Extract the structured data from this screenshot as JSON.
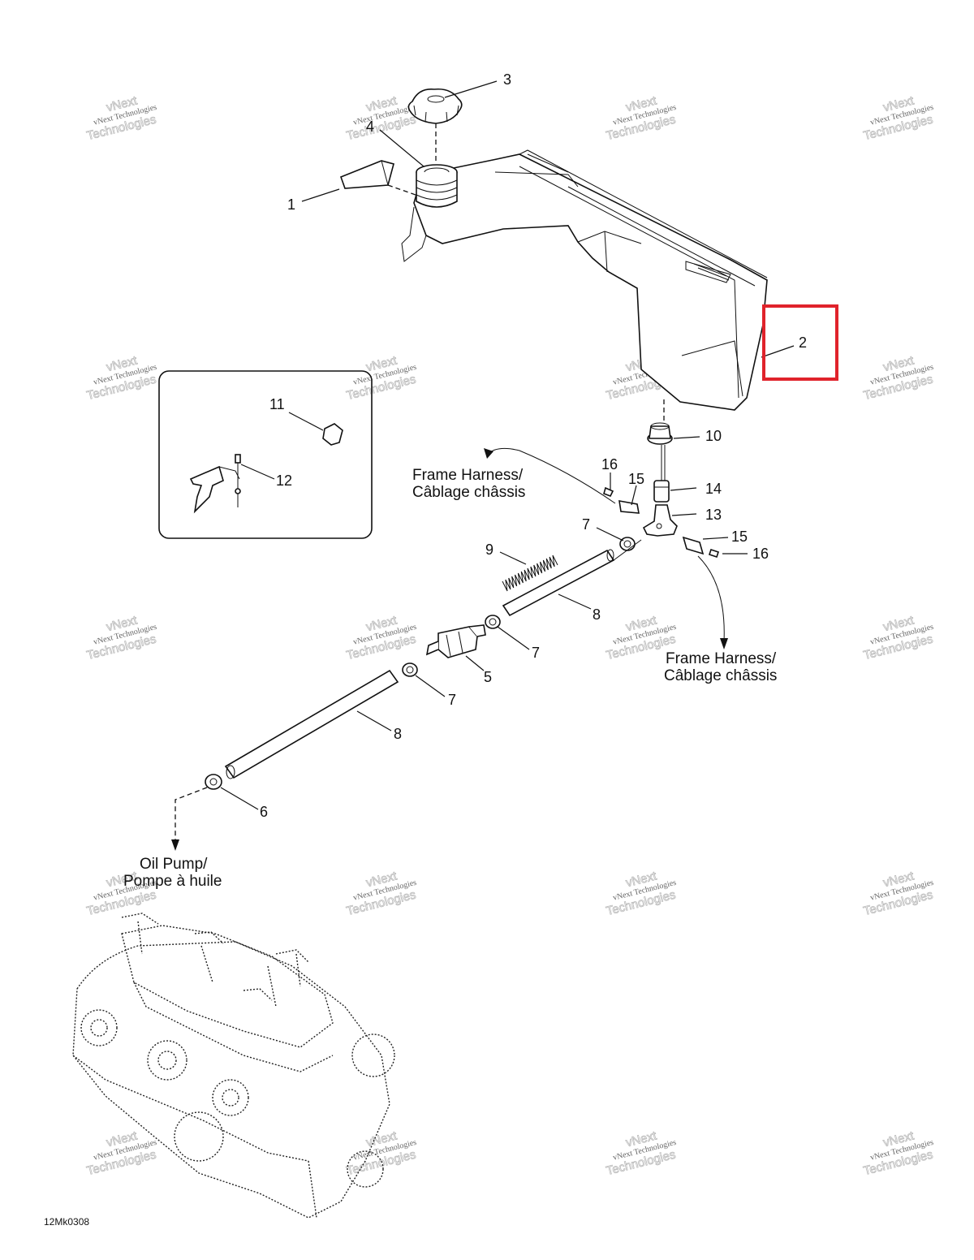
{
  "callouts": [
    {
      "key": "c1",
      "label": "1"
    },
    {
      "key": "c2",
      "label": "2"
    },
    {
      "key": "c3",
      "label": "3"
    },
    {
      "key": "c4",
      "label": "4"
    },
    {
      "key": "c5",
      "label": "5"
    },
    {
      "key": "c6",
      "label": "6"
    },
    {
      "key": "c7a",
      "label": "7"
    },
    {
      "key": "c7b",
      "label": "7"
    },
    {
      "key": "c7c",
      "label": "7"
    },
    {
      "key": "c8a",
      "label": "8"
    },
    {
      "key": "c8b",
      "label": "8"
    },
    {
      "key": "c9",
      "label": "9"
    },
    {
      "key": "c10",
      "label": "10"
    },
    {
      "key": "c11",
      "label": "11"
    },
    {
      "key": "c12",
      "label": "12"
    },
    {
      "key": "c13",
      "label": "13"
    },
    {
      "key": "c14",
      "label": "14"
    },
    {
      "key": "c15a",
      "label": "15"
    },
    {
      "key": "c15b",
      "label": "15"
    },
    {
      "key": "c16a",
      "label": "16"
    },
    {
      "key": "c16b",
      "label": "16"
    }
  ],
  "captions": {
    "frame_harness_left": [
      "Frame Harness/",
      "Câblage châssis"
    ],
    "frame_harness_right": [
      "Frame Harness/",
      "Câblage châssis"
    ],
    "oil_pump": [
      "Oil Pump/",
      "Pompe à huile"
    ]
  },
  "figure_code": "12Mk0308",
  "watermark": {
    "line1": "vNext Technologies",
    "line2": "Technologies",
    "logo": "vNext"
  },
  "highlight_color": "#e0232b"
}
